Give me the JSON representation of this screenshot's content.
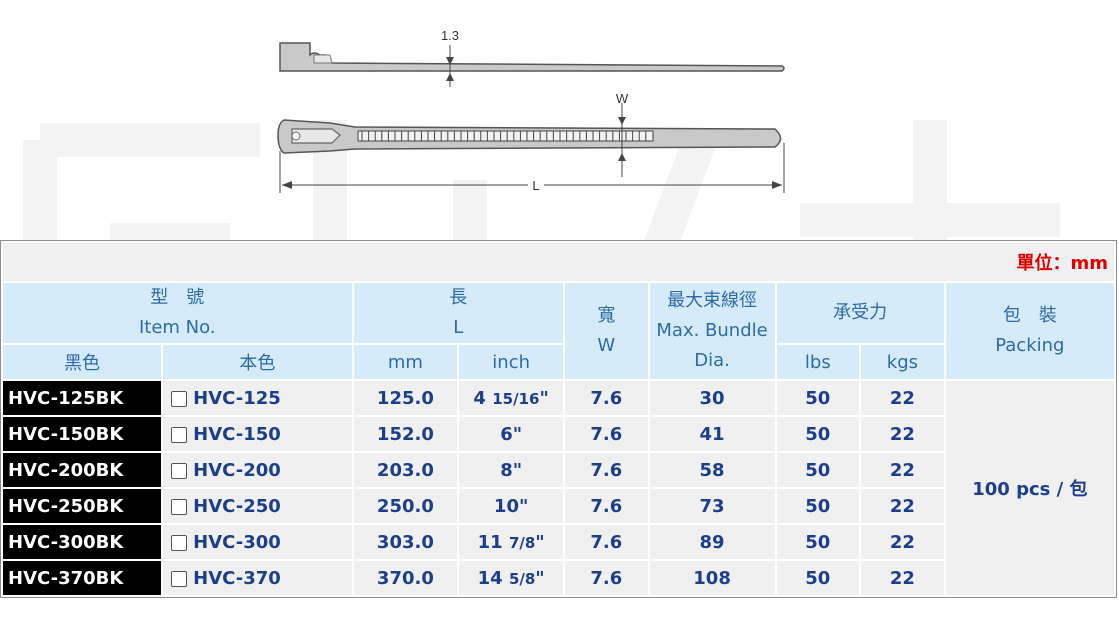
{
  "unit_label": "單位：mm",
  "headers": {
    "model_zh": "型　號",
    "model_en": "Item No.",
    "length_zh": "長",
    "length_en": "L",
    "width_zh": "寬",
    "width_en": "W",
    "bundle_zh": "最大束線徑",
    "bundle_en1": "Max. Bundle",
    "bundle_en2": "Dia.",
    "tensile_zh": "承受力",
    "packing_zh": "包　裝",
    "packing_en": "Packing",
    "black": "黑色",
    "natural": "本色",
    "mm": "mm",
    "inch": "inch",
    "lbs": "lbs",
    "kgs": "kgs"
  },
  "rows": [
    {
      "black": "HVC-125BK",
      "natural": "HVC-125",
      "mm": "125.0",
      "inch_whole": "4",
      "inch_frac": "15/16",
      "inch_mark": "\"",
      "w": "7.6",
      "dia": "30",
      "lbs": "50",
      "kgs": "22"
    },
    {
      "black": "HVC-150BK",
      "natural": "HVC-150",
      "mm": "152.0",
      "inch_whole": "6\"",
      "inch_frac": "",
      "inch_mark": "",
      "w": "7.6",
      "dia": "41",
      "lbs": "50",
      "kgs": "22"
    },
    {
      "black": "HVC-200BK",
      "natural": "HVC-200",
      "mm": "203.0",
      "inch_whole": "8\"",
      "inch_frac": "",
      "inch_mark": "",
      "w": "7.6",
      "dia": "58",
      "lbs": "50",
      "kgs": "22"
    },
    {
      "black": "HVC-250BK",
      "natural": "HVC-250",
      "mm": "250.0",
      "inch_whole": "10\"",
      "inch_frac": "",
      "inch_mark": "",
      "w": "7.6",
      "dia": "73",
      "lbs": "50",
      "kgs": "22"
    },
    {
      "black": "HVC-300BK",
      "natural": "HVC-300",
      "mm": "303.0",
      "inch_whole": "11",
      "inch_frac": "7/8",
      "inch_mark": "\"",
      "w": "7.6",
      "dia": "89",
      "lbs": "50",
      "kgs": "22"
    },
    {
      "black": "HVC-370BK",
      "natural": "HVC-370",
      "mm": "370.0",
      "inch_whole": "14",
      "inch_frac": "5/8",
      "inch_mark": "\"",
      "w": "7.6",
      "dia": "108",
      "lbs": "50",
      "kgs": "22"
    }
  ],
  "packing_value": "100 pcs / 包",
  "drawing": {
    "thickness_label": "1.3",
    "width_label": "W",
    "length_label": "L"
  }
}
